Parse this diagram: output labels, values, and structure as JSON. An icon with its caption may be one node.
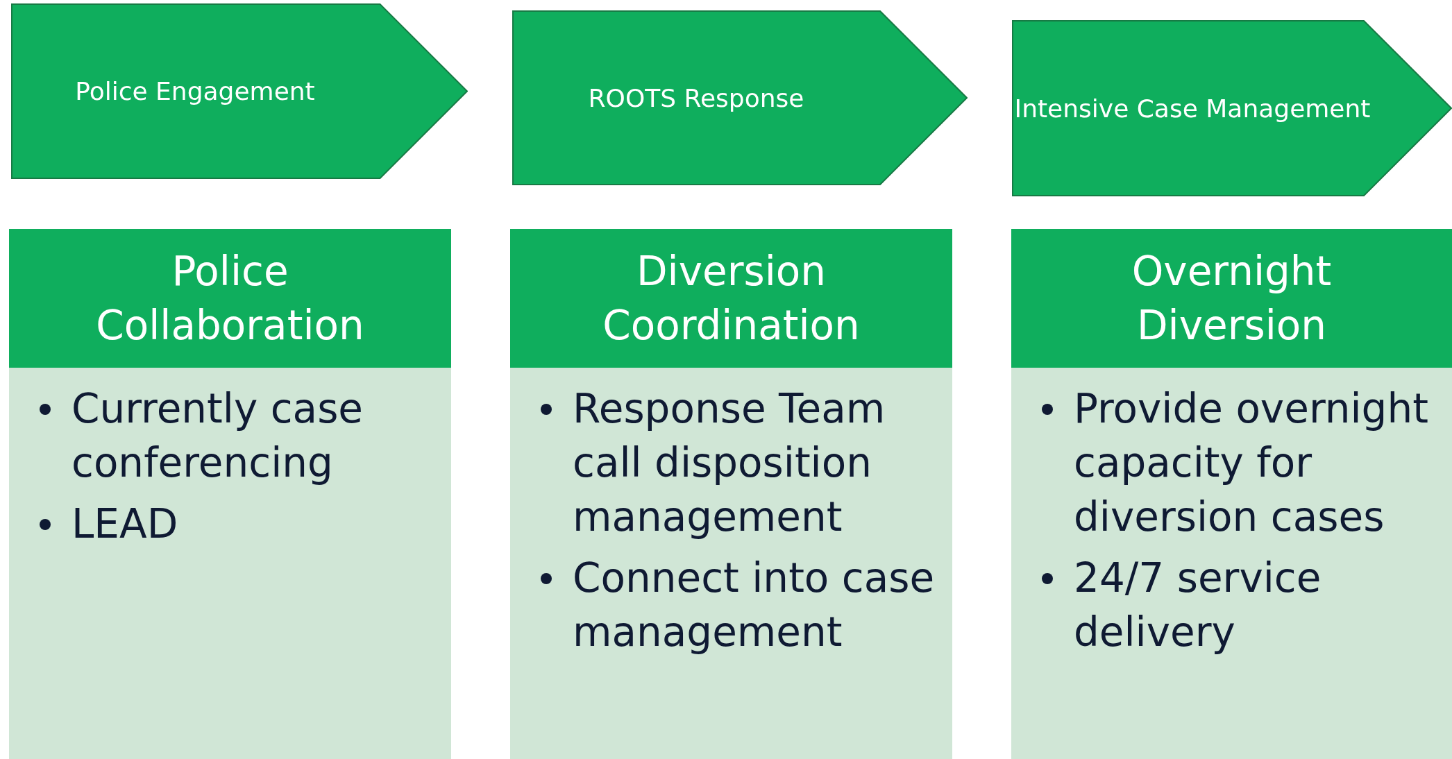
{
  "diagram": {
    "nodes": [
      {
        "text": [
          "Police Engagement"
        ]
      },
      {
        "text": [
          "ROOTS Response"
        ]
      },
      {
        "text": [
          "Intensive Case Management"
        ]
      },
      {
        "text": [
          "Police Collaboration",
          "Currently case conferencing",
          "LEAD"
        ]
      },
      {
        "text": [
          "Diversion Coordination",
          "Response Team call disposition management",
          "Connect into case management"
        ]
      },
      {
        "text": [
          "Overnight Diversion",
          "Provide overnight capacity for diversion cases",
          "24/7 service delivery"
        ]
      }
    ],
    "edges": []
  }
}
